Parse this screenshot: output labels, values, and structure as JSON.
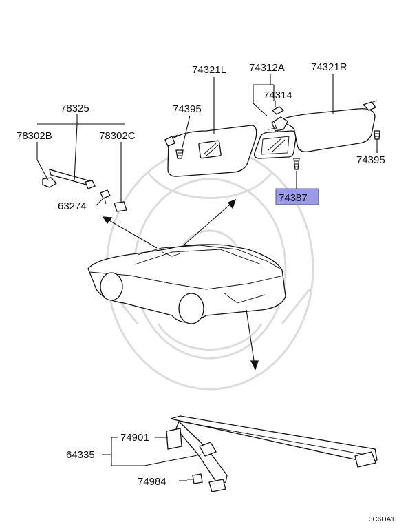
{
  "diagram": {
    "callouts": {
      "c74321L": "74321L",
      "c74312A": "74312A",
      "c74321R": "74321R",
      "c74395_left": "74395",
      "c74314": "74314",
      "c74395_right": "74395",
      "c74387": "74387",
      "c78325": "78325",
      "c78302B": "78302B",
      "c78302C": "78302C",
      "c63274": "63274",
      "c74901": "74901",
      "c64335": "64335",
      "c74984": "74984"
    },
    "highlight_color": "#9b9be6",
    "figure_code": "3C6DA1"
  }
}
